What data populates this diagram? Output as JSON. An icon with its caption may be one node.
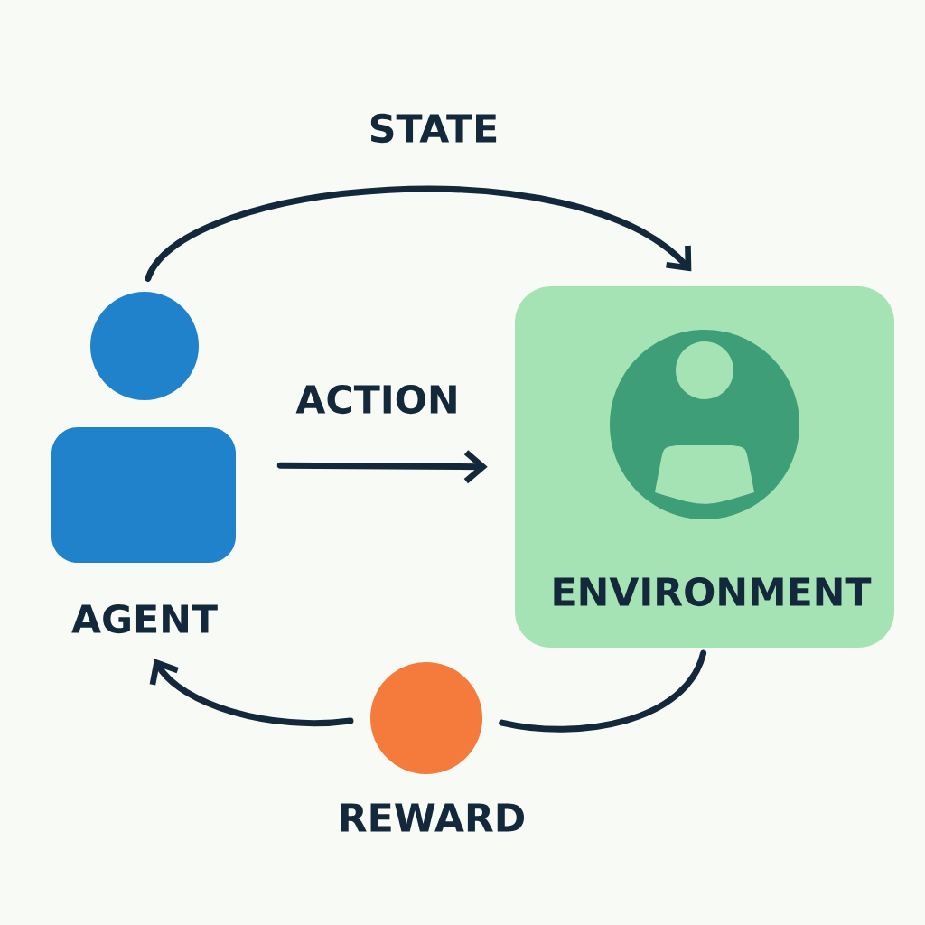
{
  "diagram": {
    "nodes": [
      {
        "text": [
          "AGENT"
        ]
      },
      {
        "text": [
          "ENVIRONMENT"
        ]
      },
      {
        "text": [
          "REWARD"
        ]
      }
    ],
    "edges": [
      {
        "from": 0,
        "to": 1,
        "arrow": "to",
        "label": "STATE"
      },
      {
        "from": 0,
        "to": 1,
        "arrow": "to",
        "label": "ACTION"
      },
      {
        "from": 1,
        "to": 2,
        "arrow": "none"
      },
      {
        "from": 2,
        "to": 0,
        "arrow": "to"
      }
    ]
  }
}
